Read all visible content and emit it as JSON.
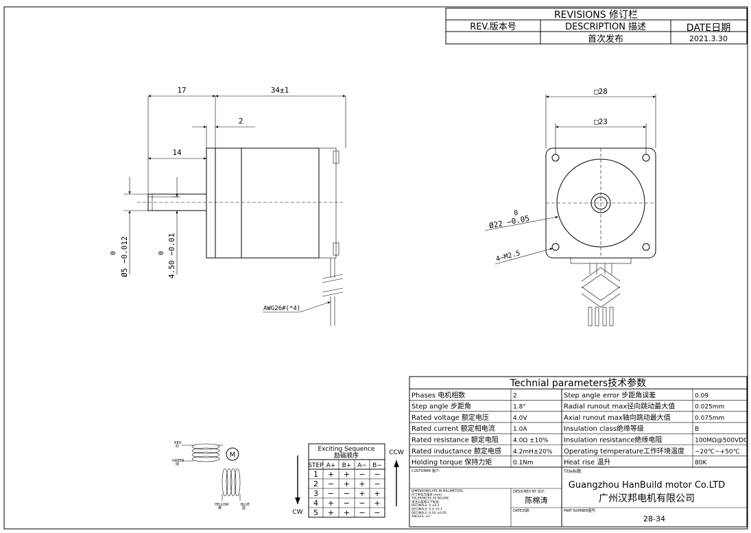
{
  "revisions": {
    "title": "REVISIONS 修订栏",
    "col_rev": "REV.版本号",
    "col_desc": "DESCRIPTION 描述",
    "col_date": "DATE日期",
    "row_desc": "首次发布",
    "row_date": "2021.3.30"
  },
  "side_view": {
    "dim_17": "17",
    "dim_34": "34±1",
    "dim_2": "2",
    "dim_14": "14",
    "dim_shaft_dia": "Ø5 −0.012",
    "dim_shaft_dia_upper": "0",
    "dim_flat": "4.50 −0.01",
    "dim_flat_upper": "0",
    "wire_label": "AWG26#(*4)"
  },
  "front_view": {
    "dim_28": "□28",
    "dim_23": "□23",
    "dim_boss": "Ø22 −0.05",
    "dim_boss_upper": "0",
    "dim_holes": "4−M2.5"
  },
  "tech": {
    "title": "Technial parameters技术参数",
    "left_rows": [
      {
        "label": "Phases 电机相数",
        "value": "2"
      },
      {
        "label": "Step angle 步距角",
        "value": "1.8°"
      },
      {
        "label": "Rated voltage 额定电压",
        "value": "4.0V"
      },
      {
        "label": "Rated current 额定相电流",
        "value": "1.0A"
      },
      {
        "label": "Rated resistance 额定电阻",
        "value": "4.0Ω ±10%"
      },
      {
        "label": "Rated inductance 额定电感",
        "value": "4.2mH±20%"
      },
      {
        "label": "Holding torque 保持力矩",
        "value": "0.1Nm"
      }
    ],
    "right_rows": [
      {
        "label": "Step angle error 步距角误差",
        "value": "0.09"
      },
      {
        "label": "Radial runout max径向跳动最大值",
        "value": "0.025mm"
      },
      {
        "label": "Axial runout max轴向跳动最大值",
        "value": "0.075mm"
      },
      {
        "label": "Insulation class绝缘等级",
        "value": "B"
      },
      {
        "label": "Insulation resistance绝缘电阻",
        "value": "100MΩ@500VDC"
      },
      {
        "label": "Operating temperature工作环境温度",
        "value": "−20℃~+50℃"
      },
      {
        "label": "Heat rise 温升",
        "value": "80K"
      }
    ]
  },
  "title_block": {
    "customer": "CUSTOMER 客户:",
    "title_label": "Title标题:",
    "company_en": "Guangzhou HanBuild motor Co.LTD",
    "company_cn": "广州汉邦电机有限公司",
    "designed_by_label": "DESIGNED BY 设计:",
    "designer": "陈棉涛",
    "date_label": "DATE日期:",
    "part_label": "PART NUMBER图号:",
    "part_number": "28-34",
    "notes": [
      "DIMENSIONS ARE IN MILLIMETERS.",
      "尺寸单位为毫米 (mm).",
      "TOLERANCES AS BELOW:",
      "未注公差按以下标准:",
      "DECIMALS: X    ±0.2",
      "DECIMALS: X.X  ±0.1",
      "DECIMALS: X.XX ±0.05",
      "ANGLES: ±1°"
    ]
  },
  "sequence": {
    "title": "Exciting Sequence",
    "title_cn": "励磁顺序",
    "ccw": "CCW",
    "cw": "CW",
    "headers": [
      "STEP",
      "A+",
      "B+",
      "A−",
      "B−"
    ],
    "rows": [
      [
        "1",
        "+",
        "+",
        "−",
        "−"
      ],
      [
        "2",
        "−",
        "+",
        "+",
        "−"
      ],
      [
        "3",
        "−",
        "−",
        "+",
        "+"
      ],
      [
        "4",
        "+",
        "−",
        "−",
        "+"
      ],
      [
        "5",
        "+",
        "+",
        "−",
        "−"
      ]
    ]
  },
  "wiring": {
    "red": "RED",
    "red_cn": "红",
    "green": "GREEN",
    "green_cn": "绿",
    "yellow": "YELLOW",
    "yellow_cn": "黄",
    "blue": "BLUE",
    "blue_cn": "蓝",
    "motor": "M"
  }
}
